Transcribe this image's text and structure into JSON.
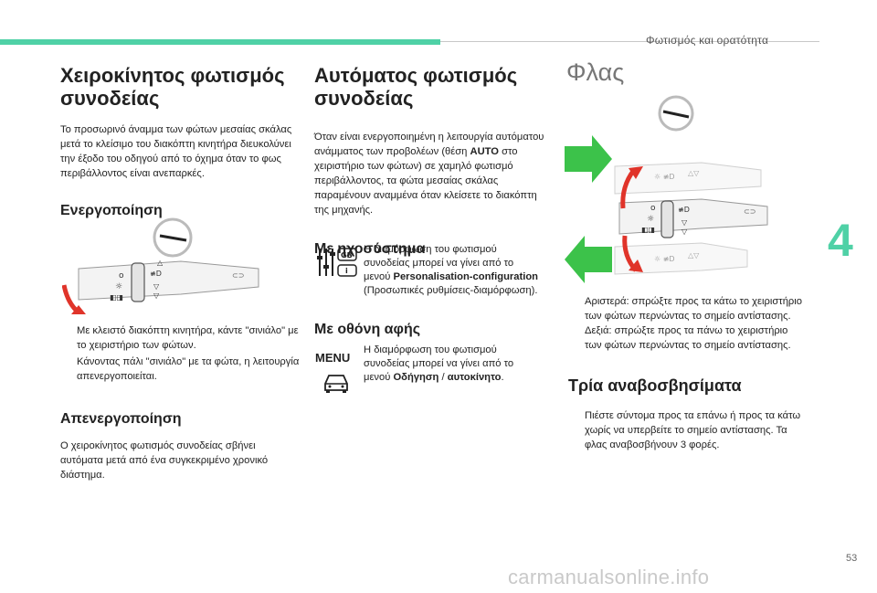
{
  "header": {
    "running_head": "Φωτισμός και ορατότητα",
    "chapter": "4",
    "page_number": "53"
  },
  "left": {
    "title": "Χειροκίνητος φωτισμός συνοδείας",
    "intro": "Το προσωρινό άναμμα των φώτων μεσαίας σκάλας μετά το κλείσιμο του διακόπτη κινητήρα διευκολύνει την έξοδο του οδηγού από το όχημα όταν το φως περιβάλλοντος είναι ανεπαρκές.",
    "activation_title": "Ενεργοποίηση",
    "bullets": [
      "Με κλειστό διακόπτη κινητήρα, κάντε \"σινιάλο\" με το χειριστήριο των φώτων.",
      "Κάνοντας πάλι \"σινιάλο\" με τα φώτα, η λειτουργία απενεργοποιείται."
    ],
    "deactivation_title": "Απενεργοποίηση",
    "deactivation_text": "Ο χειροκίνητος φωτισμός συνοδείας σβήνει αυτόματα μετά από ένα συγκεκριμένο χρονικό διάστημα."
  },
  "middle": {
    "title": "Αυτόματος φωτισμός συνοδείας",
    "intro_pre": "Όταν είναι ενεργοποιημένη η λειτουργία αυτόματου ανάμματος των προβολέων (θέση ",
    "intro_bold": "AUTO",
    "intro_post": " στο χειριστήριο των φώτων) σε χαμηλό φωτισμό περιβάλλοντος, τα φώτα μεσαίας σκάλας παραμένουν αναμμένα όταν κλείσετε το διακόπτη της μηχανής.",
    "system_title": "Με ηχοσύστημα",
    "system_text_pre": "Η διαμόρφωση του φωτισμού συνοδείας μπορεί να γίνει από το μενού ",
    "system_text_bold": "Personalisation-configuration",
    "system_text_post": " (Προσωπικές ρυθμίσεις-διαμόρφωση).",
    "gb_label": "GB",
    "touch_title": "Με οθόνη αφής",
    "touch_text_pre": "Η διαμόρφωση του φωτισμού συνοδείας μπορεί να γίνει από το μενού ",
    "touch_text_bold": "Οδήγηση",
    "touch_text_sep": " / ",
    "touch_text_bold2": "αυτοκίνητο",
    "touch_text_post": ".",
    "menu_label": "MENU"
  },
  "right": {
    "title": "Φλας",
    "bullets": [
      "Αριστερά: σπρώξτε προς τα κάτω το χειριστήριο των φώτων περνώντας το σημείο αντίστασης.",
      "Δεξιά: σπρώξτε προς τα πάνω το χειριστήριο των φώτων περνώντας το σημείο αντίστασης."
    ],
    "three_title": "Τρία αναβοσβησίματα",
    "three_bullet": "Πιέστε σύντομα προς τα επάνω ή προς τα κάτω χωρίς να υπερβείτε το σημείο αντίστασης. Τα φλας αναβοσβήνουν 3 φορές."
  },
  "watermark": "carmanualsonline.info",
  "colors": {
    "accent": "#4fd1a6",
    "arrow_red": "#e0342a",
    "arrow_green": "#3cc24a"
  },
  "bullet_mark": "",
  "icons": [
    "steering-wheel-icon",
    "lighting-stalk-icon",
    "audio-system-icon",
    "vehicle-icon",
    "red-arrow-icon",
    "green-arrow-icon"
  ]
}
